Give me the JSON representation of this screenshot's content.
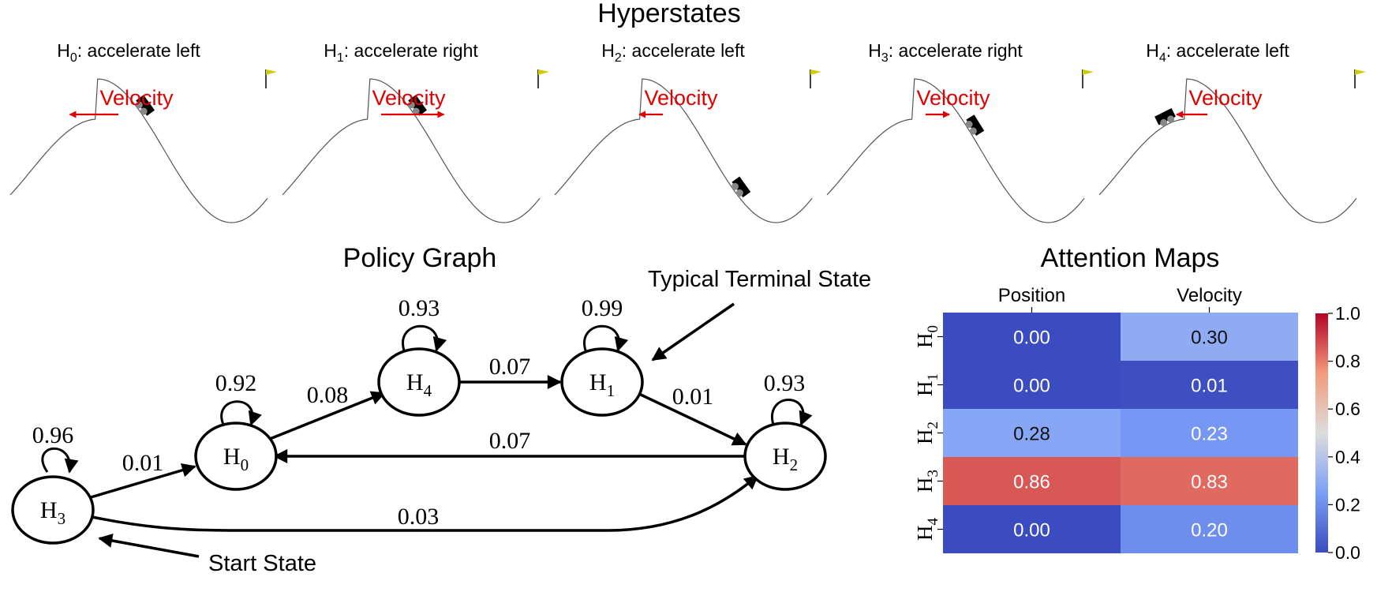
{
  "figure": {
    "hyperstates_title": "Hyperstates",
    "policy_graph_title": "Policy Graph",
    "attention_maps_title": "Attention Maps"
  },
  "hyperstates": [
    {
      "prefix": "H",
      "index": "0",
      "caption": ": accelerate left",
      "velocity_label": "Velocity",
      "velocity_direction": "left",
      "velocity_magnitude": 0.55,
      "car_position": 0.5
    },
    {
      "prefix": "H",
      "index": "1",
      "caption": ": accelerate right",
      "velocity_label": "Velocity",
      "velocity_direction": "right",
      "velocity_magnitude": 0.75,
      "car_position": 0.5
    },
    {
      "prefix": "H",
      "index": "2",
      "caption": ": accelerate left",
      "velocity_label": "Velocity",
      "velocity_direction": "left",
      "velocity_magnitude": 0.2,
      "car_position": 0.7
    },
    {
      "prefix": "H",
      "index": "3",
      "caption": ": accelerate right",
      "velocity_label": "Velocity",
      "velocity_direction": "right",
      "velocity_magnitude": 0.2,
      "car_position": 0.55
    },
    {
      "prefix": "H",
      "index": "4",
      "caption": ": accelerate left",
      "velocity_label": "Velocity",
      "velocity_direction": "left",
      "velocity_magnitude": 0.3,
      "car_position": 0.27
    }
  ],
  "policy_graph": {
    "nodes": [
      {
        "id": "H3",
        "prefix": "H",
        "index": "3",
        "self_loop": "0.96"
      },
      {
        "id": "H0",
        "prefix": "H",
        "index": "0",
        "self_loop": "0.92"
      },
      {
        "id": "H4",
        "prefix": "H",
        "index": "4",
        "self_loop": "0.93"
      },
      {
        "id": "H1",
        "prefix": "H",
        "index": "1",
        "self_loop": "0.99"
      },
      {
        "id": "H2",
        "prefix": "H",
        "index": "2",
        "self_loop": "0.93"
      }
    ],
    "edges": [
      {
        "from": "H3",
        "to": "H0",
        "label": "0.01"
      },
      {
        "from": "H0",
        "to": "H4",
        "label": "0.08"
      },
      {
        "from": "H4",
        "to": "H1",
        "label": "0.07"
      },
      {
        "from": "H1",
        "to": "H2",
        "label": "0.01"
      },
      {
        "from": "H2",
        "to": "H0",
        "label": "0.07"
      },
      {
        "from": "H3",
        "to": "H2",
        "label": "0.03"
      }
    ],
    "annotations": {
      "terminal": "Typical Terminal State",
      "start": "Start State"
    }
  },
  "chart_data": {
    "type": "heatmap",
    "title": "Attention Maps",
    "columns": [
      "Position",
      "Velocity"
    ],
    "rows": [
      {
        "prefix": "H",
        "index": "0"
      },
      {
        "prefix": "H",
        "index": "1"
      },
      {
        "prefix": "H",
        "index": "2"
      },
      {
        "prefix": "H",
        "index": "3"
      },
      {
        "prefix": "H",
        "index": "4"
      }
    ],
    "values": [
      [
        0.0,
        0.3
      ],
      [
        0.0,
        0.01
      ],
      [
        0.28,
        0.23
      ],
      [
        0.86,
        0.83
      ],
      [
        0.0,
        0.2
      ]
    ],
    "value_labels": [
      [
        "0.00",
        "0.30"
      ],
      [
        "0.00",
        "0.01"
      ],
      [
        "0.28",
        "0.23"
      ],
      [
        "0.86",
        "0.83"
      ],
      [
        "0.00",
        "0.20"
      ]
    ],
    "colorbar": {
      "range": [
        0.0,
        1.0
      ],
      "ticks": [
        "0.0",
        "0.2",
        "0.4",
        "0.6",
        "0.8",
        "1.0"
      ],
      "colormap": "coolwarm",
      "color_low": "#3b4cc0",
      "color_mid": "#dddddd",
      "color_high": "#b40426"
    }
  }
}
